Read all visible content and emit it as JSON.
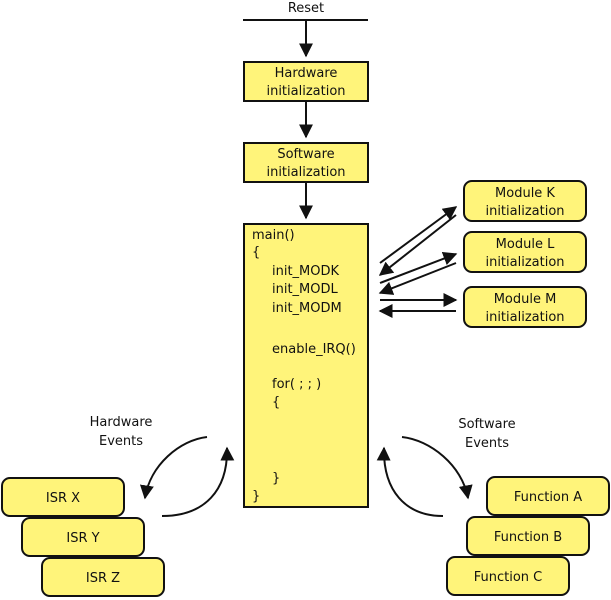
{
  "colors": {
    "box_fill": "#fff47a",
    "stroke": "#111111",
    "background": "#ffffff"
  },
  "reset_label": "Reset",
  "hardware_init": {
    "line1": "Hardware",
    "line2": "initialization"
  },
  "software_init": {
    "line1": "Software",
    "line2": "initialization"
  },
  "main_code": {
    "l1": "main()",
    "l2": "{",
    "l3": "init_MODK",
    "l4": "init_MODL",
    "l5": "init_MODM",
    "l6": "enable_IRQ()",
    "l7": "for( ; ; )",
    "l8": "{",
    "l9": "}",
    "l10": "}"
  },
  "modules": [
    {
      "line1": "Module K",
      "line2": "initialization"
    },
    {
      "line1": "Module L",
      "line2": "initialization"
    },
    {
      "line1": "Module M",
      "line2": "initialization"
    }
  ],
  "hardware_events": {
    "line1": "Hardware",
    "line2": "Events"
  },
  "software_events": {
    "line1": "Software",
    "line2": "Events"
  },
  "isrs": [
    "ISR X",
    "ISR Y",
    "ISR Z"
  ],
  "functions": [
    "Function A",
    "Function B",
    "Function C"
  ]
}
